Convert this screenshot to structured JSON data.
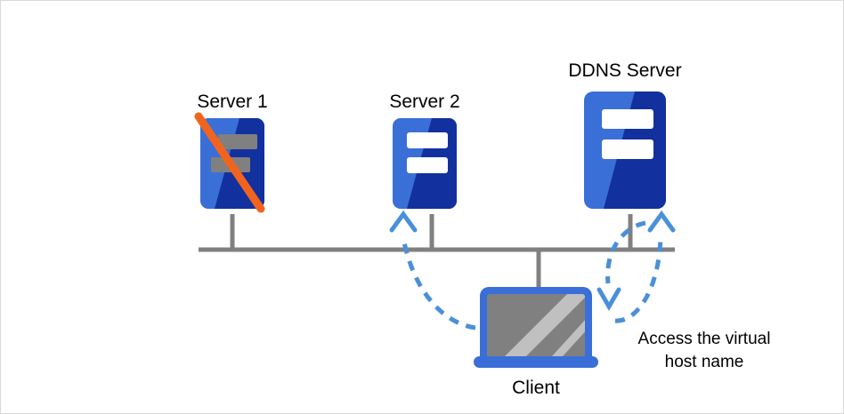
{
  "diagram": {
    "title": "DDNS virtual host name access diagram",
    "colors": {
      "background": "#ffffff",
      "border": "#d9d9d9",
      "server_light_blue": "#3a6fd8",
      "server_dark_blue": "#12309e",
      "server_bar_white": "#ffffff",
      "server_bar_gray": "#808080",
      "strike_orange": "#f2641e",
      "bus_gray": "#808080",
      "arrow_blue": "#4a90d9",
      "laptop_blue": "#3a6fd8",
      "laptop_screen_gray": "#808080",
      "laptop_screen_highlight": "#c0c0c0",
      "text": "#000000"
    },
    "nodes": [
      {
        "id": "server-1",
        "label": "Server 1",
        "type": "server",
        "state": "disabled",
        "bars": 2,
        "bar_color": "#808080",
        "strikethrough": true
      },
      {
        "id": "server-2",
        "label": "Server 2",
        "type": "server",
        "state": "active",
        "bars": 2,
        "bar_color": "#ffffff",
        "strikethrough": false
      },
      {
        "id": "ddns-server",
        "label": "DDNS Server",
        "type": "server",
        "state": "active",
        "bars": 2,
        "bar_color": "#ffffff",
        "strikethrough": false
      },
      {
        "id": "client",
        "label": "Client",
        "type": "laptop",
        "state": "active"
      }
    ],
    "network_bus": {
      "label": "network-bus",
      "orientation": "horizontal"
    },
    "annotations": [
      {
        "id": "access-virtual-host-name",
        "lines": [
          "Access the virtual",
          "host name"
        ]
      }
    ],
    "flows": [
      {
        "id": "client-to-server-2",
        "style": "dashed",
        "direction": "one-way"
      },
      {
        "id": "ddns-down",
        "style": "dashed",
        "direction": "one-way"
      },
      {
        "id": "ddns-up",
        "style": "dashed",
        "direction": "one-way"
      }
    ]
  }
}
